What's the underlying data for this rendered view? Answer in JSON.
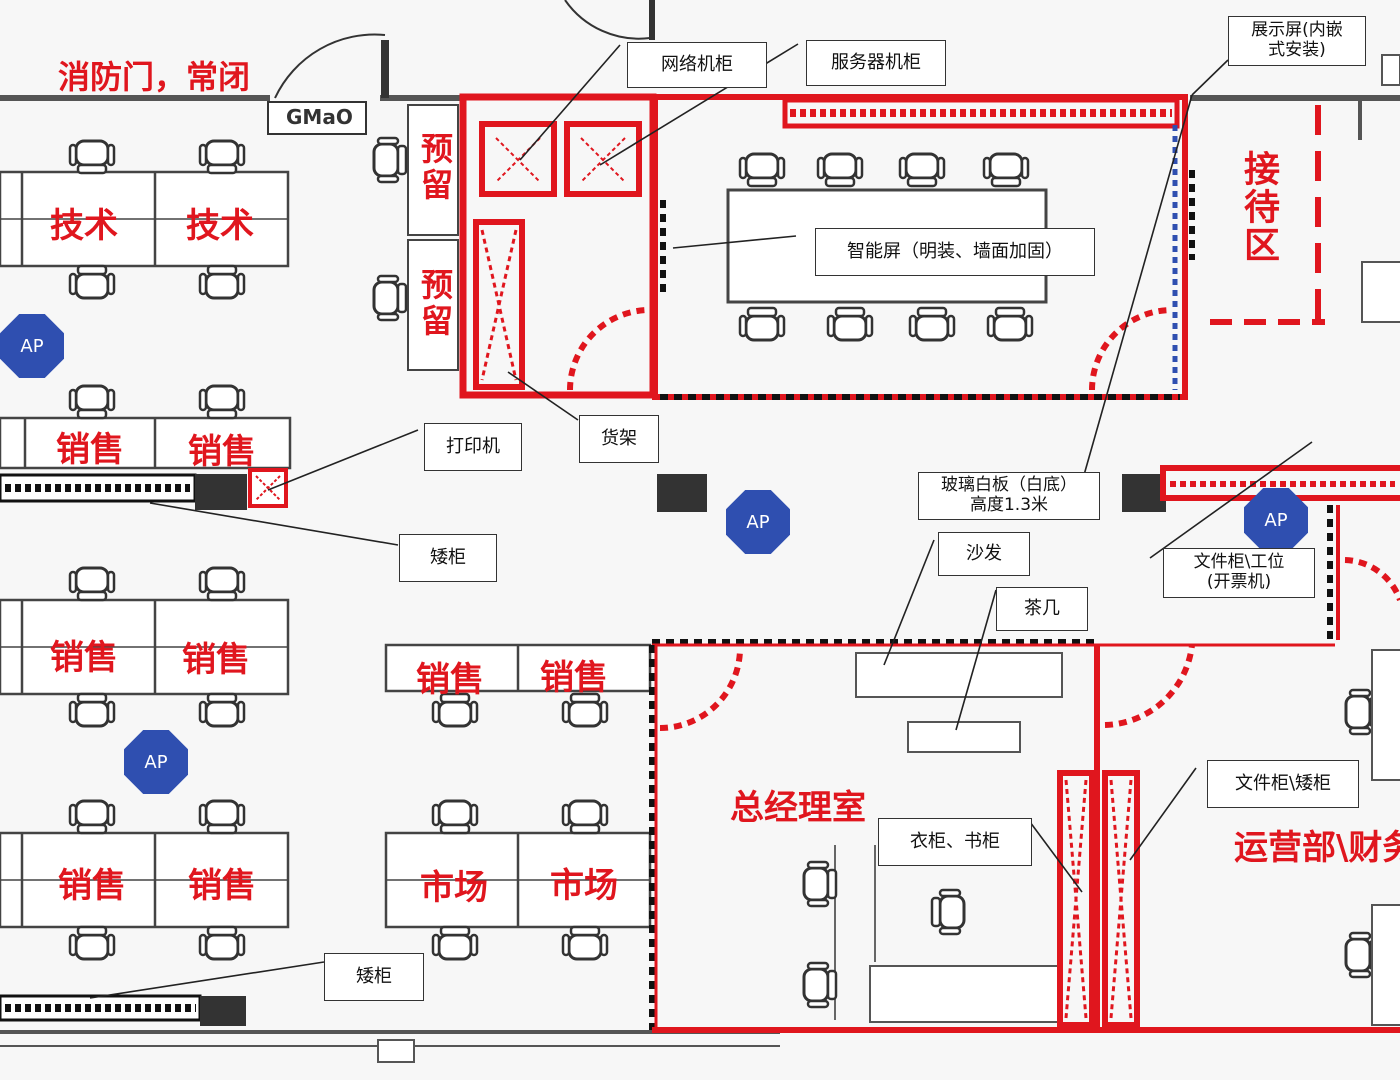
{
  "labels": {
    "fire_door": "消防门，常闭",
    "gmao": "GMaO",
    "reserved": "预留",
    "tech": "技术",
    "sales": "销售",
    "market": "市场",
    "reception": "接待区",
    "gm_office": "总经理室",
    "ops_finance": "运营部\\财务"
  },
  "callouts": {
    "network_cabinet": "网络机柜",
    "server_cabinet": "服务器机柜",
    "display_screen": "展示屏(内嵌\n式安装)",
    "smart_screen": "智能屏（明装、墙面加固）",
    "printer": "打印机",
    "shelf": "货架",
    "low_cabinet_1": "矮柜",
    "low_cabinet_2": "矮柜",
    "glass_whiteboard": "玻璃白板（白底）\n高度1.3米",
    "sofa": "沙发",
    "tea_table": "茶几",
    "file_cabinet_workstation": "文件柜\\工位\n(开票机)",
    "file_cabinet_low": "文件柜\\矮柜",
    "wardrobe_bookcase": "衣柜、书柜"
  },
  "ap_label": "AP",
  "colors": {
    "red": "#e0161e",
    "blue": "#2f4fb0",
    "wall": "#555555"
  }
}
